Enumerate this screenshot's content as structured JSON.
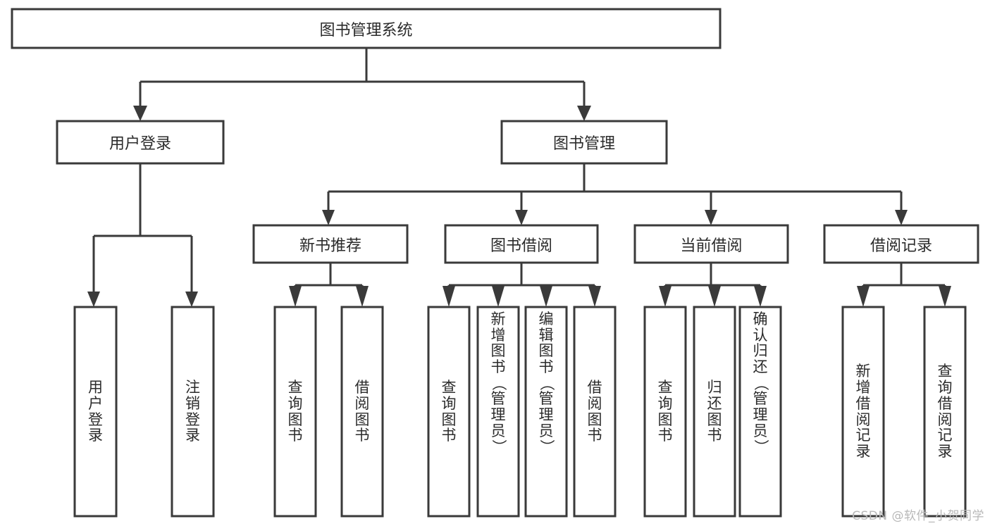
{
  "diagram": {
    "title": "图书管理系统",
    "type": "tree",
    "orientation": "top-down",
    "colors": {
      "box_stroke": "#3a3a3a",
      "box_fill": "#ffffff",
      "connector": "#3a3a3a",
      "text": "#2b2b2b",
      "background": "#ffffff",
      "watermark": "#b8b8b8"
    },
    "root": {
      "id": "root",
      "label": "图书管理系统",
      "text_orientation": "horizontal"
    },
    "level1": [
      {
        "id": "user-login",
        "label": "用户登录",
        "text_orientation": "horizontal",
        "children": [
          {
            "id": "login",
            "label": "用户登录",
            "text_orientation": "vertical"
          },
          {
            "id": "logout",
            "label": "注销登录",
            "text_orientation": "vertical"
          }
        ]
      },
      {
        "id": "book-management",
        "label": "图书管理",
        "text_orientation": "horizontal",
        "children": [
          {
            "id": "new-book-recommend",
            "label": "新书推荐",
            "text_orientation": "horizontal",
            "children": [
              {
                "id": "query-book-1",
                "label": "查询图书",
                "text_orientation": "vertical"
              },
              {
                "id": "borrow-book-1",
                "label": "借阅图书",
                "text_orientation": "vertical"
              }
            ]
          },
          {
            "id": "book-borrowing",
            "label": "图书借阅",
            "text_orientation": "horizontal",
            "children": [
              {
                "id": "query-book-2",
                "label": "查询图书",
                "text_orientation": "vertical"
              },
              {
                "id": "add-book",
                "label": "新增图书（管理员）",
                "text_orientation": "vertical"
              },
              {
                "id": "edit-book",
                "label": "编辑图书（管理员）",
                "text_orientation": "vertical"
              },
              {
                "id": "borrow-book-2",
                "label": "借阅图书",
                "text_orientation": "vertical"
              }
            ]
          },
          {
            "id": "current-borrowing",
            "label": "当前借阅",
            "text_orientation": "horizontal",
            "children": [
              {
                "id": "query-book-3",
                "label": "查询图书",
                "text_orientation": "vertical"
              },
              {
                "id": "return-book",
                "label": "归还图书",
                "text_orientation": "vertical"
              },
              {
                "id": "confirm-return",
                "label": "确认归还（管理员）",
                "text_orientation": "vertical"
              }
            ]
          },
          {
            "id": "borrow-record",
            "label": "借阅记录",
            "text_orientation": "horizontal",
            "children": [
              {
                "id": "add-borrow-record",
                "label": "新增借阅记录",
                "text_orientation": "vertical"
              },
              {
                "id": "query-borrow-record",
                "label": "查询借阅记录",
                "text_orientation": "vertical"
              }
            ]
          }
        ]
      }
    ]
  },
  "watermark": {
    "text": "CSDN @软件_小贺同学"
  }
}
